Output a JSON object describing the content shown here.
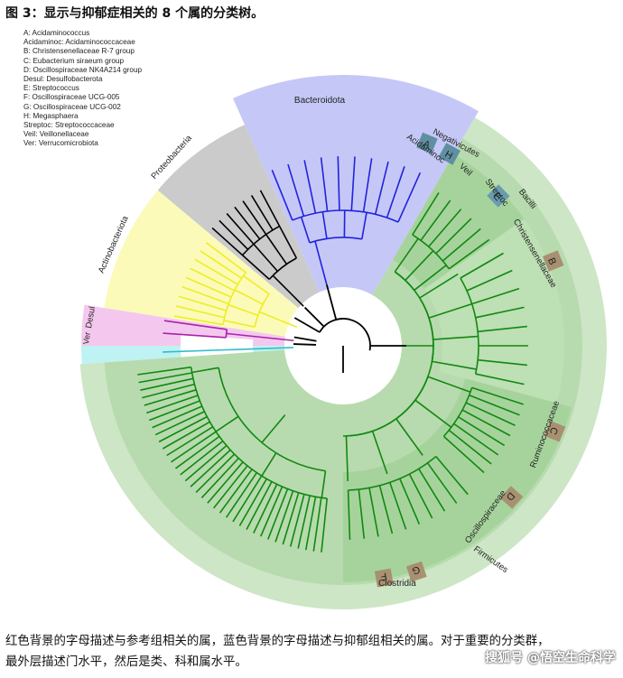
{
  "figure": {
    "title": "图 3：显示与抑郁症相关的 8 个属的分类树。",
    "legend": [
      "A: Acidaminococcus",
      "Acidaminoc: Acidaminococcaceae",
      "B: Christensenellaceae R-7 group",
      "C: Eubacterium siraeum group",
      "D: Oscillospiraceae NK4A214 group",
      "Desul: Desulfobacterota",
      "E: Streptococcus",
      "F: Oscillospiraceae UCG-005",
      "G: Oscillospiraceae UCG-002",
      "H: Megasphaera",
      "Streptoc: Streptococcaceae",
      "Veil: Veillonellaceae",
      "Ver: Verrucomicrobiota"
    ],
    "caption_line1": "红色背景的字母描述与参考组相关的属，蓝色背景的字母描述与抑郁组相关的属。对于重要的分类群，",
    "caption_line2": "最外层描述门水平，然后是类、科和属水平。",
    "watermark": "@悟空生命科学",
    "watermark_prefix": "搜狐号"
  },
  "tree_labels": {
    "bacteroidota": "Bacteroidota",
    "proteobacteria": "Proteobacteria",
    "actinobacteriota": "Actinobacteriota",
    "desul": "Desul",
    "ver": "Ver",
    "firmicutes": "Firmicutes",
    "negativicutes": "Negativicutes",
    "acidaminoc": "Acidaminoc",
    "veil": "Veil",
    "streptoc": "Streptoc",
    "bacilli": "Bacilli",
    "christensenellaceae": "Christensenellaceae",
    "ruminococcaceae": "Ruminococcaceae",
    "oscillospiraceae": "Oscillospiraceae",
    "clostridia": "Clostridia"
  },
  "genus_markers": [
    {
      "letter": "A",
      "group": "depression",
      "color": "#5f8fa0"
    },
    {
      "letter": "H",
      "group": "depression",
      "color": "#5f8fa0"
    },
    {
      "letter": "E",
      "group": "depression",
      "color": "#6a9cb0"
    },
    {
      "letter": "B",
      "group": "reference",
      "color": "#a89070"
    },
    {
      "letter": "C",
      "group": "reference",
      "color": "#a89070"
    },
    {
      "letter": "D",
      "group": "reference",
      "color": "#a89070"
    },
    {
      "letter": "G",
      "group": "reference",
      "color": "#a89070"
    },
    {
      "letter": "F",
      "group": "reference",
      "color": "#a89070"
    }
  ],
  "colors": {
    "bacteroidota_bg": "#c5c8f6",
    "proteobacteria_bg": "#cbcbcb",
    "actinobacteriota_bg": "#fbfab9",
    "desul_bg": "#f4c8ee",
    "ver_bg": "#bff2f2",
    "firmicutes_bg": "#cde6c6",
    "green_branch": "#118811",
    "blue_branch": "#2222dd",
    "yellow_branch": "#eeee22",
    "magenta_branch": "#aa22aa"
  }
}
